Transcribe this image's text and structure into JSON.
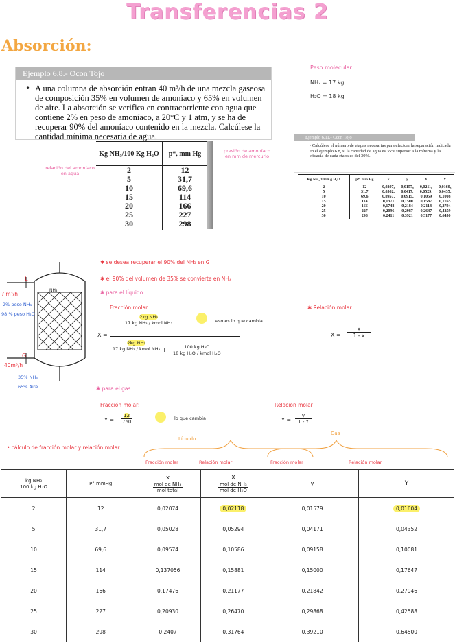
{
  "title": "Transferencias 2",
  "section": "Absorción:",
  "example": {
    "header": "Ejemplo 6.8.- Ocon Tojo",
    "bullet": "•",
    "text": "A una columna de absorción entran 40 m³/h de una mezcla gaseosa de composición 35% en volumen de amoníaco y 65% en volumen de aire. La absorción se verifica en contracorriente con agua que contiene 2% en peso de amoníaco, a 20°C y 1 atm, y se ha de recuperar 90% del amoníaco contenido en la mezcla. Calcúlese la cantidad mínima necesaria de agua."
  },
  "example2": {
    "header": "Ejemplo 6.11.- Ocon Tojo",
    "text": "• Calcúlese el número de etapas necesarias para efectuar la separación indicada en el ejemplo 6.8, si la cantidad de agua es 35% superior a la mínima y la eficacia de cada etapa es del 30%."
  },
  "molar_weight": {
    "label": "Peso molecular:",
    "nh3": "NH₃ = 17 kg",
    "h2o": "H₂O = 18 kg"
  },
  "eq_table": {
    "headers": [
      "Kg NH₃/100 Kg H₂O",
      "p*, mm Hg"
    ],
    "rows": [
      [
        "2",
        "12"
      ],
      [
        "5",
        "31,7"
      ],
      [
        "10",
        "69,6"
      ],
      [
        "15",
        "114"
      ],
      [
        "20",
        "166"
      ],
      [
        "25",
        "227"
      ],
      [
        "30",
        "298"
      ]
    ]
  },
  "eq_notes": {
    "left": "relación del amoníaco en agua",
    "right": "presión de amoníaco en mm de mercurio"
  },
  "book_table": {
    "headers": [
      "Kg NH₃/100 Kg H₂O",
      "p*, mm Hg",
      "x",
      "y",
      "X",
      "Y"
    ],
    "rows": [
      [
        "2",
        "12",
        "0,0207₃",
        "0,0157₉",
        "0,0211₆",
        "0,0160₅"
      ],
      [
        "5",
        "31,7",
        "0,0502₀",
        "0,0417₁",
        "0,0529₁",
        "0,0435₃"
      ],
      [
        "10",
        "69,6",
        "0,0957₄",
        "0,0915₈",
        "0,1059",
        "0,1008"
      ],
      [
        "15",
        "114",
        "0,1371",
        "0,1500",
        "0,1587",
        "0,1765"
      ],
      [
        "20",
        "166",
        "0,1748",
        "0,2184",
        "0,2118",
        "0,2794"
      ],
      [
        "25",
        "227",
        "0,2096",
        "0,2987",
        "0,2647",
        "0,4259"
      ],
      [
        "30",
        "298",
        "0,2411",
        "0,3921",
        "0,3177",
        "0,6450"
      ]
    ]
  },
  "column": {
    "top_label": "L",
    "top_flow": "? m³/h",
    "in_1": "2% peso NH₃",
    "in_2": "98 % peso H₂O",
    "bottom_label": "G",
    "bottom_flow": "40m³/h",
    "out_1": "35% NH₃",
    "out_2": "65% Aire",
    "packing": "NH₃"
  },
  "notes": {
    "n1": "✱ se desea recuperar el 90% del NH₃ en G",
    "n2": "✱ el 90% del volumen de 35% se convierte en NH₃",
    "n3": "✱ para el líquido:",
    "frac_label": "Fracción molar:",
    "rel_label": "✱ Relación molar:",
    "x_lhs": "X =",
    "x_num1": "2kg NH₃",
    "x_den1": "17 kg NH₃ / kmol NH₃",
    "x_plus": "+",
    "x_num2": "100 kg H₂O",
    "x_den2": "18 kg H₂O / kmol H₂O",
    "x_changes": "eso es lo que cambia",
    "X_lhs": "X =",
    "X_num": "x",
    "X_den": "1 - x",
    "n4": "✱ para el gas:",
    "gas_frac_label": "Fracción molar:",
    "gas_rel_label": "Relación molar",
    "y_lhs": "Y =",
    "y_num": "12",
    "y_den": "760",
    "y_changes": "lo que cambia",
    "Y_lhs": "Y =",
    "Y_num": "y",
    "Y_den": "1 - Y",
    "n5": "•  cálculo de fracción molar y relación molar",
    "liquido": "Líquido",
    "gas": "Gas"
  },
  "calc_table": {
    "top_labels": [
      "Fracción molar",
      "Relación molar",
      "Fracción molar",
      "Relación molar"
    ],
    "headers": {
      "c1_num": "kg NH₃",
      "c1_den": "100 kg H₂O",
      "c2": "P° mmHg",
      "c3": "x",
      "c3_num": "mol de NH₃",
      "c3_den": "mol total",
      "c4": "X",
      "c4_num": "mol de NH₃",
      "c4_den": "mol de H₂O",
      "c5": "y",
      "c6": "Y"
    },
    "rows": [
      [
        "2",
        "12",
        "0,02074",
        "0,02118",
        "0,01579",
        "0,01604"
      ],
      [
        "5",
        "31,7",
        "0,05028",
        "0,05294",
        "0,04171",
        "0,04352"
      ],
      [
        "10",
        "69,6",
        "0,09574",
        "0,10586",
        "0,09158",
        "0,10081"
      ],
      [
        "15",
        "114",
        "0,137056",
        "0,15881",
        "0,15000",
        "0,17647"
      ],
      [
        "20",
        "166",
        "0,17476",
        "0,21177",
        "0,21842",
        "0,27946"
      ],
      [
        "25",
        "227",
        "0,20930",
        "0,26470",
        "0,29868",
        "0,42588"
      ],
      [
        "30",
        "298",
        "0,2407",
        "0,31764",
        "0,39210",
        "0,64500"
      ]
    ]
  }
}
